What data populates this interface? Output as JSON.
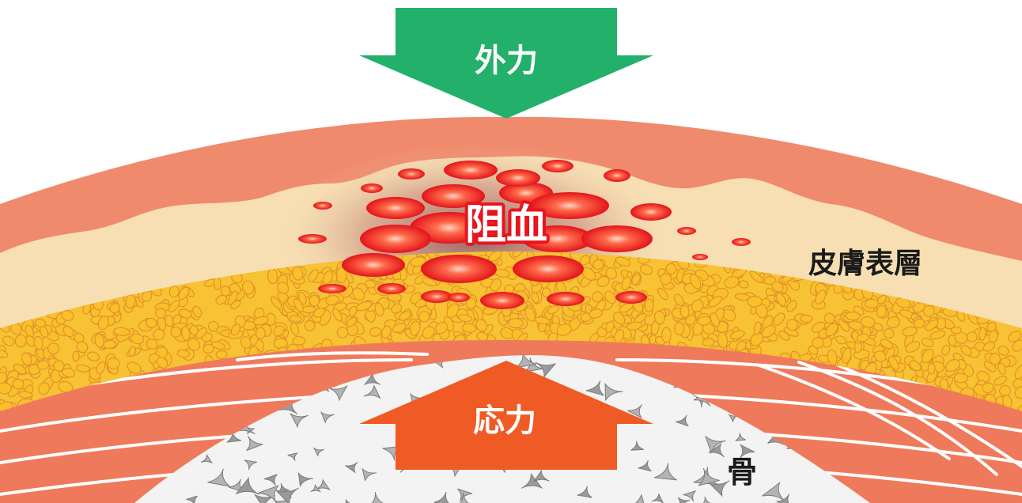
{
  "labels": {
    "external_force": "外力",
    "ischemia": "阻血",
    "skin_layer": "皮膚表層",
    "stress": "応力",
    "bone": "骨"
  },
  "colors": {
    "external_force_arrow": "#22b06b",
    "stress_arrow": "#f05a24",
    "ischemia_text_fill": "#ffffff",
    "ischemia_text_stroke": "#e8141e",
    "label_text": "#1a1a1a",
    "skin_outer": "#f08a6c",
    "dermis": "#f7dfb3",
    "fat": "#f7c233",
    "muscle": "#ef7a5b",
    "bone": "#f3f3f3",
    "blood_vessel": "#ee2b1f"
  }
}
